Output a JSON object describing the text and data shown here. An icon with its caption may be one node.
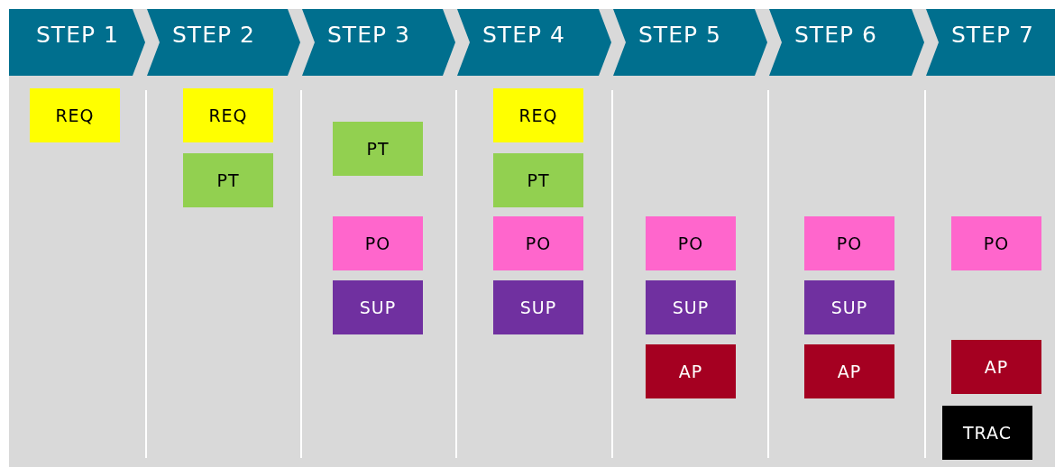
{
  "diagram": {
    "nodes": [
      {
        "text": [
          "STEP 1"
        ]
      },
      {
        "text": [
          "REQ"
        ],
        "in": 0
      },
      {
        "text": [
          "STEP 2"
        ]
      },
      {
        "text": [
          "REQ"
        ],
        "in": 2
      },
      {
        "text": [
          "PT"
        ],
        "in": 2
      },
      {
        "text": [
          "STEP 3"
        ]
      },
      {
        "text": [
          "PT"
        ],
        "in": 5
      },
      {
        "text": [
          "PO"
        ],
        "in": 5
      },
      {
        "text": [
          "SUP"
        ],
        "in": 5
      },
      {
        "text": [
          "STEP 4"
        ]
      },
      {
        "text": [
          "REQ"
        ],
        "in": 9
      },
      {
        "text": [
          "PT"
        ],
        "in": 9
      },
      {
        "text": [
          "PO"
        ],
        "in": 9
      },
      {
        "text": [
          "SUP"
        ],
        "in": 9
      },
      {
        "text": [
          "STEP 5"
        ]
      },
      {
        "text": [
          "PO"
        ],
        "in": 14
      },
      {
        "text": [
          "SUP"
        ],
        "in": 14
      },
      {
        "text": [
          "AP"
        ],
        "in": 14
      },
      {
        "text": [
          "STEP 6"
        ]
      },
      {
        "text": [
          "PO"
        ],
        "in": 18
      },
      {
        "text": [
          "SUP"
        ],
        "in": 18
      },
      {
        "text": [
          "AP"
        ],
        "in": 18
      },
      {
        "text": [
          "STEP 7"
        ]
      },
      {
        "text": [
          "PO"
        ],
        "in": 22
      },
      {
        "text": [
          "AP"
        ],
        "in": 22
      },
      {
        "text": [
          "TRAC"
        ],
        "in": 22
      }
    ],
    "edges": []
  }
}
